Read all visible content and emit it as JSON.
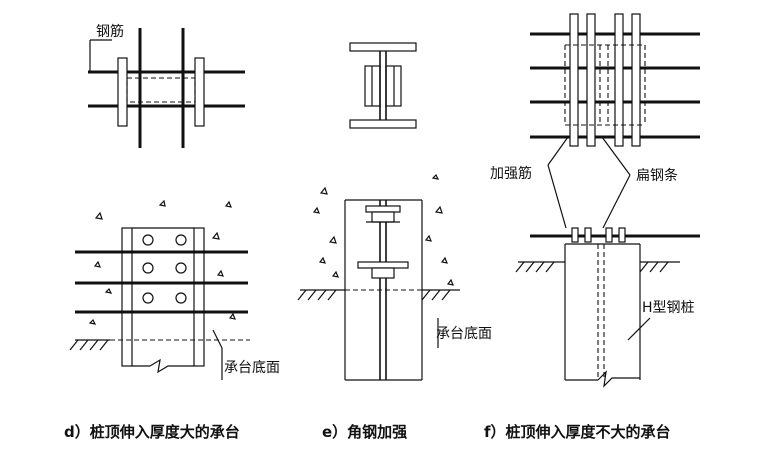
{
  "labels": {
    "rebar": "钢筋",
    "cap_bottom_d": "承台底面",
    "cap_bottom_e": "承台底面",
    "stiffener_bar": "加强筋",
    "flat_steel_bar": "扁钢条",
    "h_pile": "H型钢桩"
  },
  "captions": {
    "d": "d）桩顶伸入厚度大的承台",
    "e": "e）角钢加强",
    "f": "f）桩顶伸入厚度不大的承台"
  }
}
